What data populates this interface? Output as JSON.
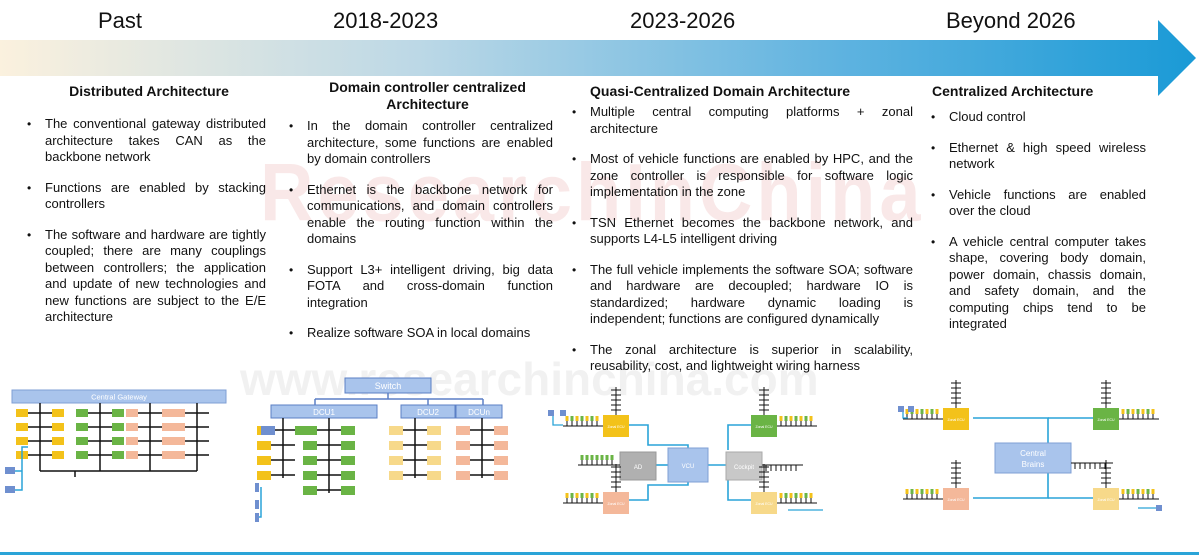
{
  "eras": [
    "Past",
    "2018-2023",
    "2023-2026",
    "Beyond 2026"
  ],
  "columns": [
    {
      "title": "Distributed Architecture",
      "bullets": [
        "The conventional gateway distributed architecture takes CAN as the backbone network",
        "Functions are enabled by stacking controllers",
        "The software and hardware are tightly coupled; there are many couplings between controllers; the application and update of new technologies and new functions are subject to the E/E architecture"
      ]
    },
    {
      "title": "Domain controller centralized Architecture",
      "bullets": [
        "In the domain controller centralized architecture, some functions are enabled by domain controllers",
        "Ethernet is the backbone network for communications, and domain controllers enable the routing function within the domains",
        "Support L3+ intelligent driving, big data FOTA and cross-domain function integration",
        "Realize software SOA in local domains"
      ]
    },
    {
      "title": "Quasi-Centralized Domain Architecture",
      "bullets": [
        "Multiple central computing platforms + zonal architecture",
        "Most of vehicle functions are enabled by HPC, and the zone controller is responsible for software logic implementation in the zone",
        "TSN Ethernet becomes the backbone network, and supports L4-L5 intelligent driving",
        "The full vehicle implements the software SOA; software and hardware are decoupled; hardware IO is standardized; hardware dynamic loading is independent; functions are configured dynamically",
        "The zonal architecture is superior in scalability, reusability, cost, and lightweight wiring harness"
      ]
    },
    {
      "title": "Centralized Architecture",
      "bullets": [
        "Cloud control",
        "Ethernet & high speed wireless network",
        "Vehicle functions are enabled over the cloud",
        "A vehicle central computer takes shape, covering body domain, power domain, chassis domain, and safety domain, and the computing chips tend to be integrated"
      ]
    }
  ],
  "diagrams": {
    "d1": {
      "gateway": "Central Gateway"
    },
    "d2": {
      "switch": "Switch",
      "dcus": [
        "DCU1",
        "DCU2",
        "DCUn"
      ]
    },
    "d3": {
      "center": "VCU",
      "left": "AD",
      "right": "Cockpit",
      "zone": "Zonal ECU"
    },
    "d4": {
      "center": "Central Brains",
      "zone": "Zonal ECU"
    }
  },
  "watermark": {
    "top": "ResearchInChina",
    "bottom": "www.researchinchina.com"
  },
  "colors": {
    "arrow_start": "#fbf1de",
    "arrow_end": "#1a9ad6",
    "gateway": "#a9c4ec",
    "node_orange": "#f3c21a",
    "node_green": "#6ab445",
    "node_peach": "#f4b89a",
    "node_blue": "#6f8fcf",
    "bus_cyan": "#2aa4d8"
  }
}
